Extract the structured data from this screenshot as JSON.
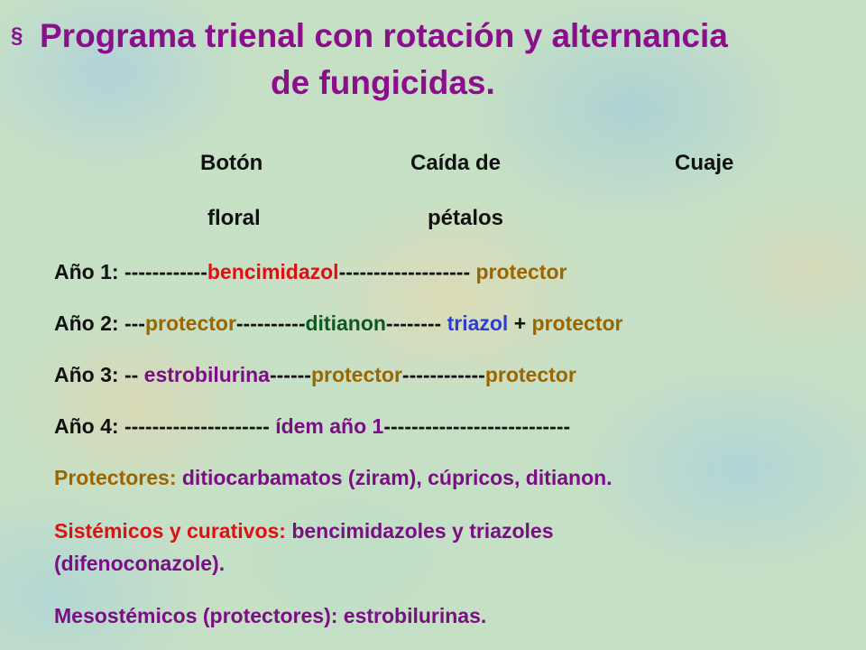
{
  "slide": {
    "bullet": "§",
    "title_line1": "Programa trienal con rotación y alternancia",
    "title_line2": "de fungicidas."
  },
  "stages": [
    {
      "line1": "Botón",
      "line2": "floral"
    },
    {
      "line1": "Caída de",
      "line2": "pétalos"
    },
    {
      "line1": "Cuaje",
      "line2": ""
    }
  ],
  "years": [
    {
      "label": "Año 1:",
      "segments": [
        {
          "text": " ------------",
          "color": "black"
        },
        {
          "text": "bencimidazol",
          "color": "red"
        },
        {
          "text": "------------------- ",
          "color": "black"
        },
        {
          "text": "protector",
          "color": "olive"
        }
      ]
    },
    {
      "label": "Año 2:",
      "segments": [
        {
          "text": " ---",
          "color": "black"
        },
        {
          "text": "protector",
          "color": "olive"
        },
        {
          "text": "----------",
          "color": "black"
        },
        {
          "text": "ditianon",
          "color": "green"
        },
        {
          "text": "-------- ",
          "color": "black"
        },
        {
          "text": "triazol",
          "color": "blue"
        },
        {
          "text": " + ",
          "color": "black"
        },
        {
          "text": "protector",
          "color": "olive"
        }
      ]
    },
    {
      "label": "Año 3:",
      "segments": [
        {
          "text": " -- ",
          "color": "black"
        },
        {
          "text": "estrobilurina",
          "color": "purple"
        },
        {
          "text": "------",
          "color": "black"
        },
        {
          "text": "protector",
          "color": "olive"
        },
        {
          "text": "------------",
          "color": "black"
        },
        {
          "text": "protector",
          "color": "olive"
        }
      ]
    },
    {
      "label": "Año 4:",
      "segments": [
        {
          "text": " --------------------- ",
          "color": "black"
        },
        {
          "text": "ídem año 1",
          "color": "purple"
        },
        {
          "text": "---------------------------",
          "color": "black"
        }
      ]
    }
  ],
  "notes": {
    "protectores_label": "Protectores:",
    "protectores_text": " ditiocarbamatos (ziram), cúpricos, ditianon.",
    "sistemicos_label": "Sistémicos y curativos:",
    "sistemicos_text": " bencimidazoles y triazoles",
    "sistemicos_text2": "(difenoconazole).",
    "mesostemicos_text": "Mesostémicos (protectores): estrobilurinas."
  },
  "colors": {
    "title": "#8b0f8b",
    "black": "#111111",
    "red": "#e01010",
    "olive": "#9b6500",
    "green": "#0d5a1f",
    "blue": "#2a3fd2",
    "purple": "#7a0f84"
  }
}
